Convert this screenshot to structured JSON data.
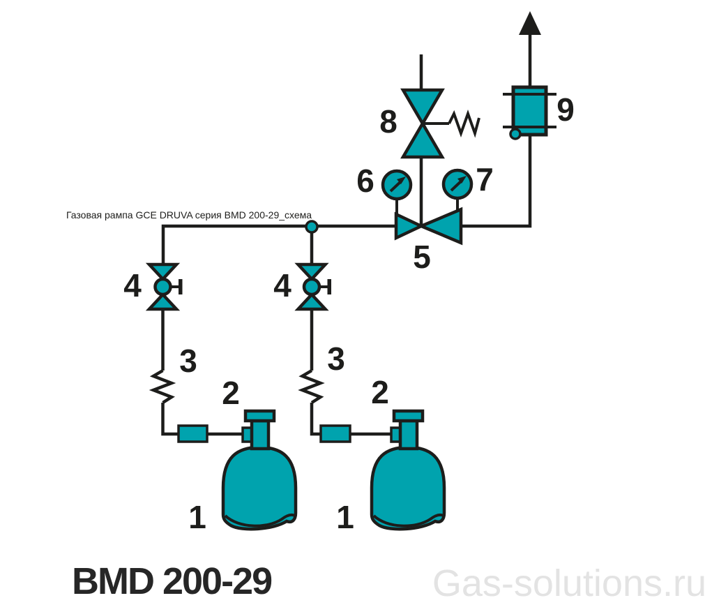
{
  "page": {
    "caption": "Газовая рампа GCE DRUVA серия BMD 200-29_схема",
    "model_title": "BMD 200-29",
    "watermark": "Gas-solutions.ru"
  },
  "colors": {
    "teal": "#00a3ae",
    "line": "#1d1d1b",
    "watermark": "#e3e3e3",
    "title_text": "#262626"
  },
  "component_labels": {
    "cylinder_left": "1",
    "cylinder_right": "1",
    "cylinder_valve_left": "2",
    "cylinder_valve_right": "2",
    "pigtail_left": "3",
    "pigtail_right": "3",
    "shutoff_valve_left": "4",
    "shutoff_valve_right": "4",
    "main_valve": "5",
    "pressure_gauge_left": "6",
    "pressure_gauge_right": "7",
    "relief_valve": "8",
    "outlet_unit": "9"
  }
}
